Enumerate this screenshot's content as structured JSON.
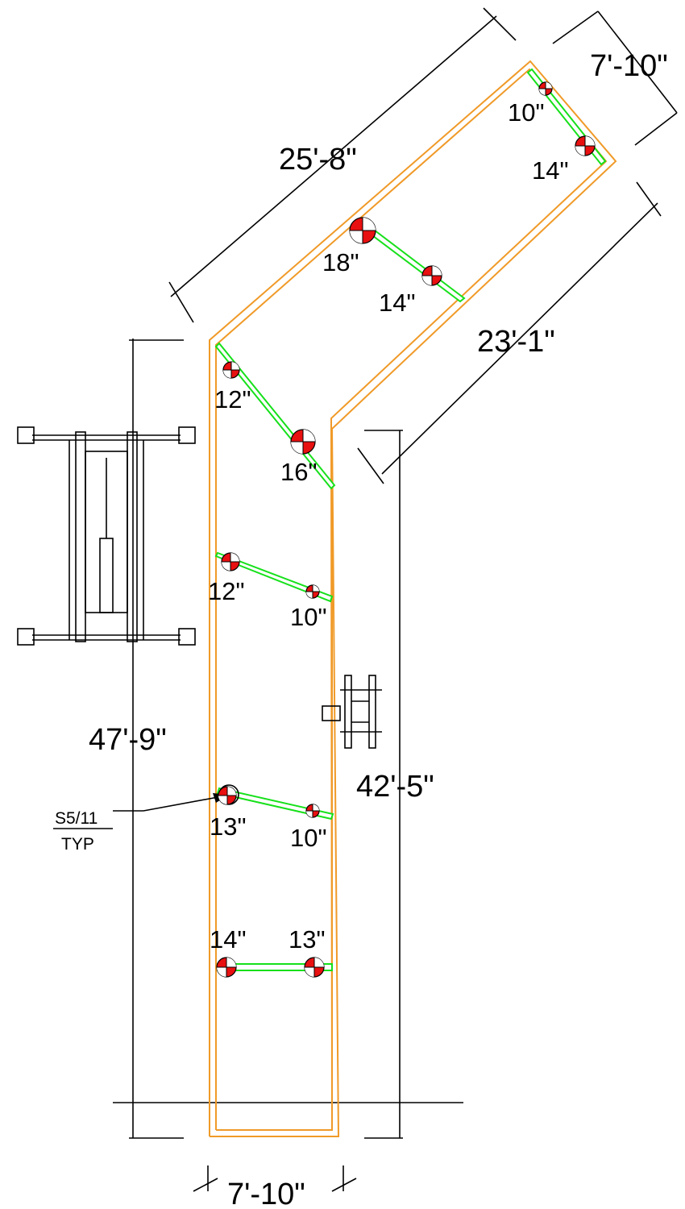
{
  "dimensions": {
    "top_length": "25'-8\"",
    "end_width_top": "7'-10\"",
    "right_diagonal": "23'-1\"",
    "left_height": "47'-9\"",
    "right_height": "42'-5\"",
    "bottom_width": "7'-10\""
  },
  "anchors": [
    {
      "label": "10\""
    },
    {
      "label": "14\""
    },
    {
      "label": "18\""
    },
    {
      "label": "14\""
    },
    {
      "label": "12\""
    },
    {
      "label": "16\""
    },
    {
      "label": "12\""
    },
    {
      "label": "10\""
    },
    {
      "label": "13\""
    },
    {
      "label": "10\""
    },
    {
      "label": "14\""
    },
    {
      "label": "13\""
    }
  ],
  "callout": {
    "ref": "S5/11",
    "note": "TYP"
  },
  "colors": {
    "wall": "#f09a28",
    "brace": "#16e01a",
    "anchor_fill": "#e81010"
  }
}
